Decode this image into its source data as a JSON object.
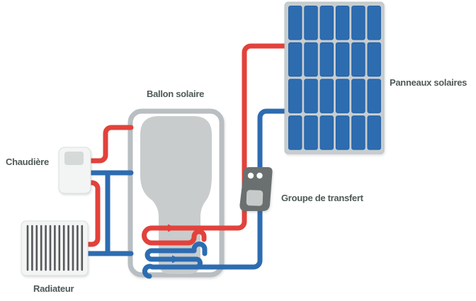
{
  "labels": {
    "boiler": "Chaudière",
    "tank": "Ballon solaire",
    "panels": "Panneaux solaires",
    "transfer_unit": "Groupe de transfert",
    "radiator": "Radiateur"
  },
  "colors": {
    "canvas_bg": "#ffffff",
    "hot_pipe": "#e2423b",
    "cold_pipe": "#2d6cb1",
    "panel_frame": "#c7cdd0",
    "panel_cell": "#2e6cb0",
    "panel_cell_edge": "#1f5fa2",
    "tank_frame": "#b8bec1",
    "tank_body": "#c8cccd",
    "device_body": "#6a706f",
    "device_screen": "#c6cbca",
    "device_dot": "#fdfefe",
    "appliance_body": "#f3f5f4",
    "appliance_edge": "#dcdfdf",
    "boiler_panel": "#d5d9d8",
    "radiator_fin": "#55595b",
    "label_text": "#4e5a57"
  },
  "panel_grid": {
    "cols": 6,
    "rows": 4
  },
  "radiator_fin_count": 13
}
